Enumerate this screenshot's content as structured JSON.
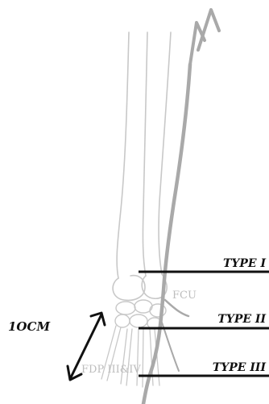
{
  "labels": {
    "type1": "TYPE I",
    "type2": "TYPE II",
    "type3": "TYPE III",
    "distance": "1OCM",
    "fcu": "FCU",
    "fdp": "FDP III&IV"
  },
  "colors": {
    "bone_outline": "#c8c8c8",
    "nerve": "#a9a9a9",
    "zone_line": "#111111",
    "label_text": "#111111",
    "muscle_text": "#bdbdbd"
  },
  "icons": {
    "measure": "double-headed-arrow-icon",
    "nerve_direction": "proximal-arrow-icon"
  }
}
